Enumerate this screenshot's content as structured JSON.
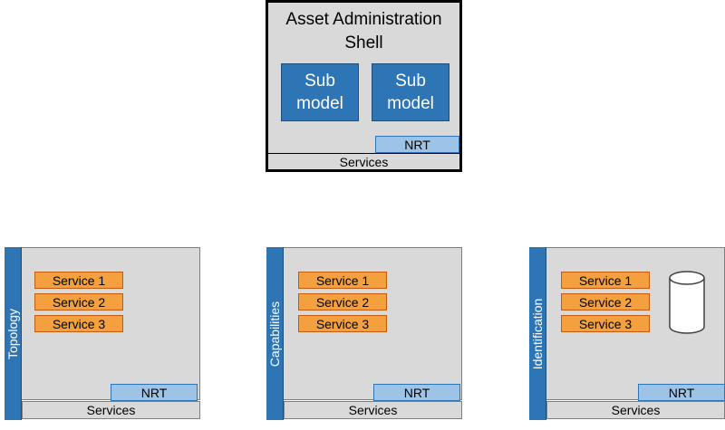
{
  "aas": {
    "title_line1": "Asset Administration",
    "title_line2": "Shell",
    "submodels": [
      {
        "line1": "Sub",
        "line2": "model"
      },
      {
        "line1": "Sub",
        "line2": "model"
      }
    ],
    "nrt": "NRT",
    "services": "Services"
  },
  "panels": [
    {
      "side_label": "Topology",
      "services": [
        "Service 1",
        "Service 2",
        "Service 3"
      ],
      "nrt": "NRT",
      "footer": "Services",
      "has_database": false
    },
    {
      "side_label": "Capabilities",
      "services": [
        "Service 1",
        "Service 2",
        "Service 3"
      ],
      "nrt": "NRT",
      "footer": "Services",
      "has_database": false
    },
    {
      "side_label": "Identification",
      "services": [
        "Service 1",
        "Service 2",
        "Service 3"
      ],
      "nrt": "NRT",
      "footer": "Services",
      "has_database": true
    }
  ],
  "colors": {
    "panel_fill": "#d9d9d9",
    "submodel_blue": "#2e75b6",
    "nrt_light_blue": "#9dc3e6",
    "service_orange": "#f4a03f",
    "border_black": "#000000"
  }
}
